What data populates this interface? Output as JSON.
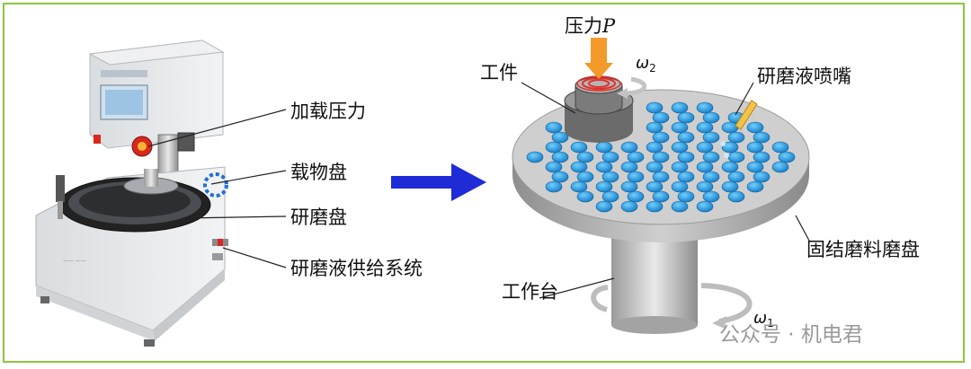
{
  "labels": {
    "loading_pressure": "加载压力",
    "carrier_plate": "载物盘",
    "grinding_plate": "研磨盘",
    "fluid_supply": "研磨液供给系统",
    "pressure": "压力",
    "pressure_symbol": "P",
    "workpiece": "工件",
    "nozzle": "研磨液喷嘴",
    "omega2": "ω",
    "omega2_sub": "2",
    "fixed_abrasive_plate": "固结磨料磨盘",
    "worktable": "工作台",
    "omega1": "ω",
    "omega1_sub": "1"
  },
  "watermark": "公众号 · 机电君",
  "colors": {
    "frame": "#8cc63f",
    "arrow": "#1e2bd6",
    "pellet": "#1fa3e6",
    "disk": "#c9c9c9",
    "pressure_arrow": "#f39a2a"
  }
}
